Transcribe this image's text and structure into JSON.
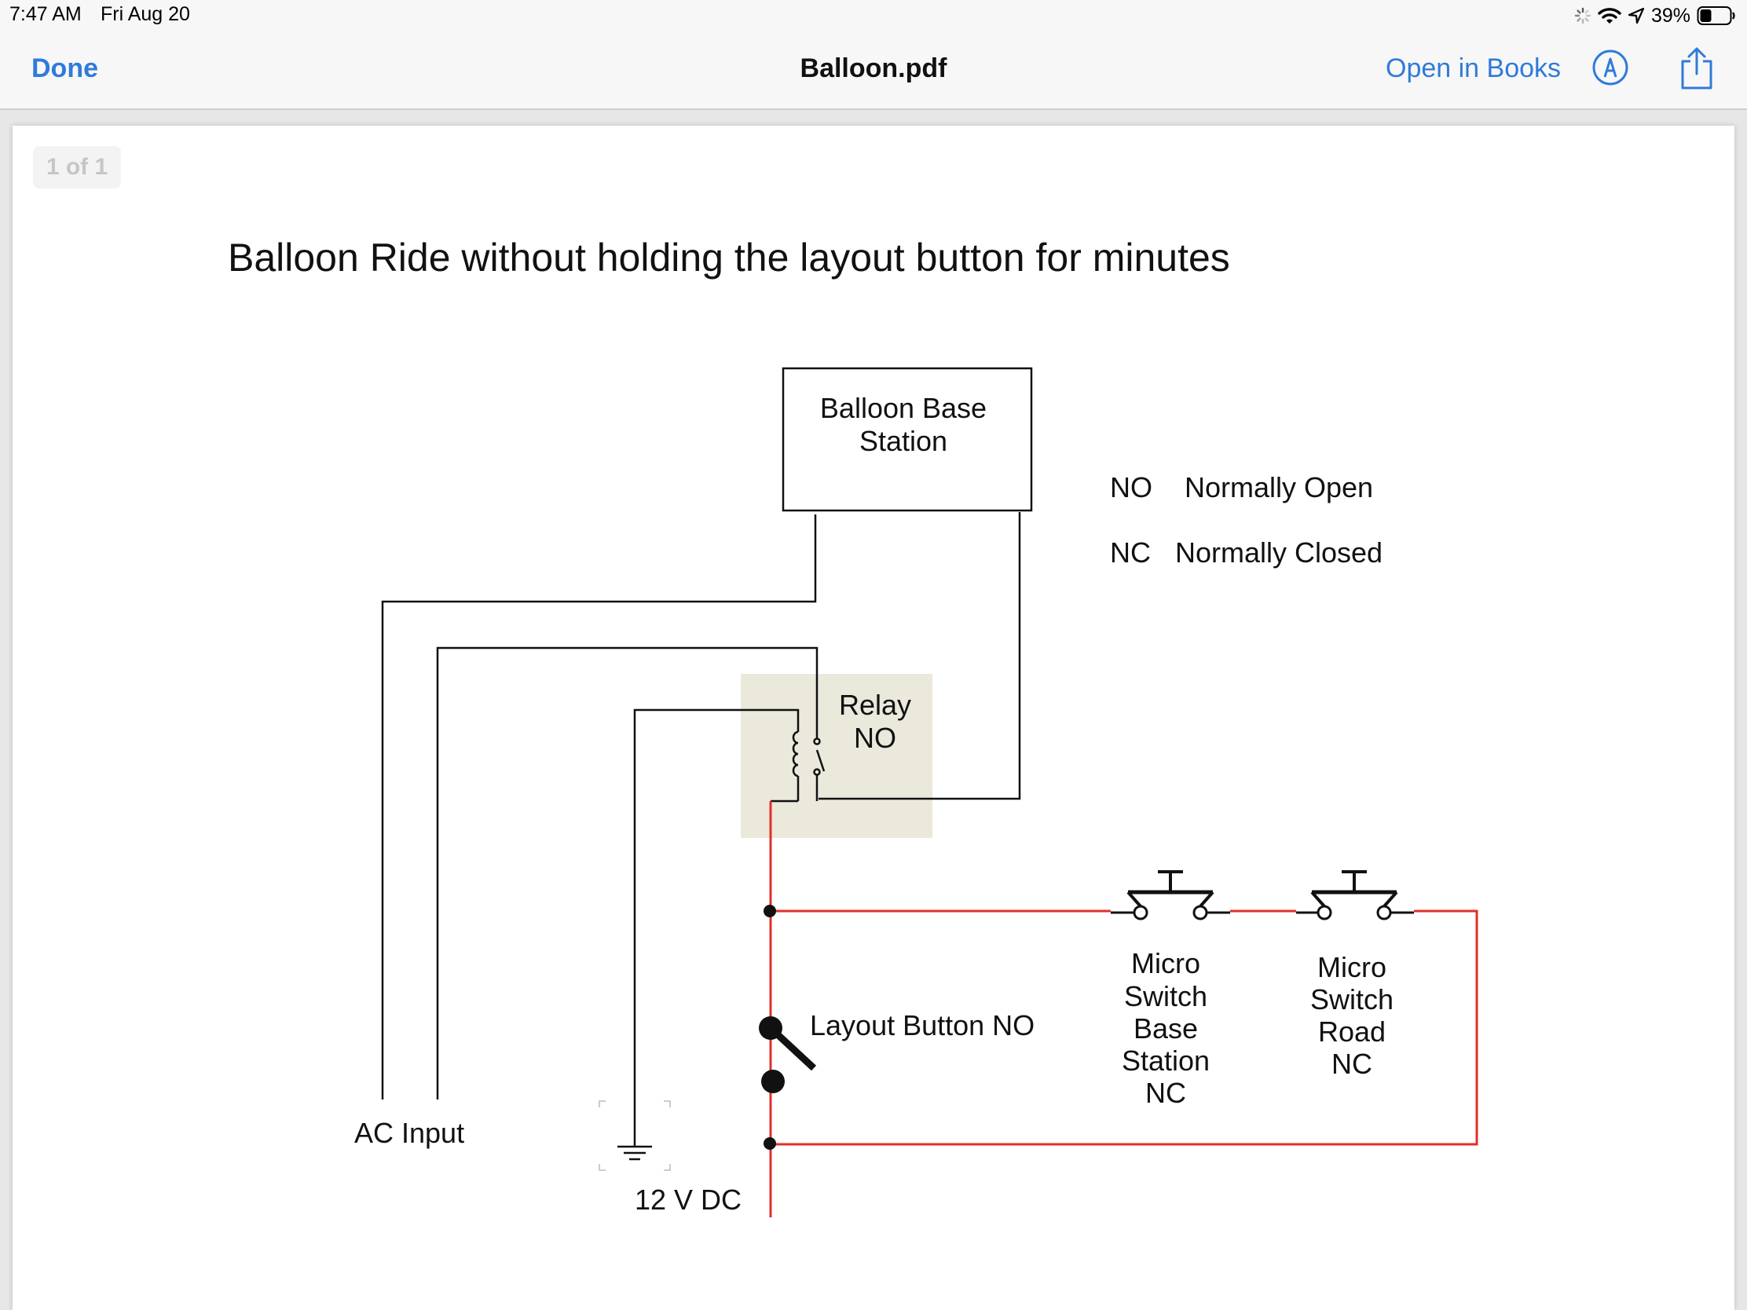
{
  "status_bar": {
    "time": "7:47 AM",
    "date": "Fri Aug 20",
    "battery": "39%",
    "battery_level": 0.39
  },
  "nav": {
    "done_label": "Done",
    "title": "Balloon.pdf",
    "open_in_books_label": "Open in Books",
    "markup_icon": "markup-pen-icon",
    "share_icon": "share-icon"
  },
  "page_indicator": "1 of 1",
  "diagram": {
    "title": "Balloon Ride without holding the layout button for minutes",
    "base_station_line1": "Balloon Base",
    "base_station_line2": "Station",
    "legend_no_abbr": "NO",
    "legend_no_text": "Normally Open",
    "legend_nc_abbr": "NC",
    "legend_nc_text": "Normally Closed",
    "relay_line1": "Relay",
    "relay_line2": "NO",
    "layout_button": "Layout Button  NO",
    "micro_switch_base": [
      "Micro",
      "Switch",
      "Base",
      "Station",
      "NC"
    ],
    "micro_switch_road": [
      "Micro",
      "Switch",
      "Road",
      "NC"
    ],
    "ac_input": "AC Input",
    "dc_input": "12 V  DC",
    "colors": {
      "wire_black": "#111111",
      "wire_red": "#e0302a",
      "relay_fill": "#ebe8dc"
    }
  }
}
